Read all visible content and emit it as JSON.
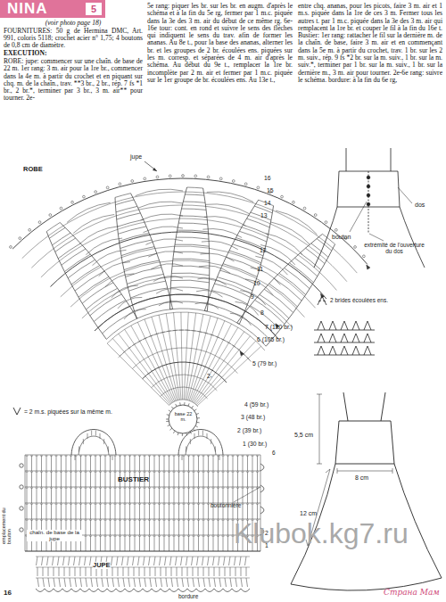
{
  "diagram": {
    "nodes": [
      {
        "text": [
          "NINA",
          "5"
        ]
      }
    ],
    "labels": [
      "(voir photo page 18)",
      "FOURNITURES: 50 g de Hermina DMC, Art. 991, coloris 5118; crochet acier n° 1,75; 4 boutons de 0,8 cm de diamètre.",
      "EXECUTION:",
      "ROBE: jupe: commencer sur une chaîn. de base de 22 m. 1er rang: 3 m. air pour la 1re br., commencer dans la 4e m. à partir du crochet et en piquant sur chq. m. de la chaîn., trav. **3 br., 2 br., rép. 7 fs *1 br., 2 br.*, terminer par 3 br., 3 m. air** pour tourner. 2e-",
      "5e rang: piquer les br. sur les br. en augm. d'après le schéma et à la fin du 5e rg, fermer par 1 m.c. piquée dans la 3e des 3 m. air du début de ce même rg. 6e-16e tour: cont. en rond et suivre le sens des flèches qui indiquent le sens du trav. afin de former les ananas. Au 8e t., pour la base des ananas, alterner les br. et les groupes de 2 br. écoulées ens. piquées sur les m. corresp. et séparées de 4 m. air d'après le schéma. Au début du 9e t., remplacer la 1re br. incomplète par 2 m. air et fermer par 1 m.c. piquée sur le 1er groupe de br. écoulées ens. Au 13e t.,",
      "entre chq. ananas, pour les picots, faire 3 m. air et 1 m.s. piquée dans la 1re de ces 3 m. Fermer tous les autres t. par 1 m.c. piquée dans la 3e des 3 m. air qui remplacent la 1re br. et couper le fil à la fin du 16e t. Bustier: 1er rang: rattacher le fil sur la dernière m. de la chaîn. de base, faire 3 m. air et en commençant dans la 5e m. à partir du crochet, trav. 1 br. sur les 2 m. suiv., rép. 9 fs *2 br. sur la m. suiv., 1 br. sur la m. suiv.*, terminer par 1 br. sur la m. suiv., 1 br. sur la dernière m., 3 m. air pour tourner. 2e-6e rang: suivre le schéma. bordure: à la fin du 6e rg,",
      "ROBE",
      "jupe",
      "16",
      "15",
      "14",
      "13",
      "12",
      "11",
      "10",
      "9",
      "8",
      "7 (120 br.)",
      "6 (105 br.)",
      "5 (79 br.)",
      "4 (59 br.)",
      "3 (48 br.)",
      "2 (39 br.)",
      "1 (30 br.)",
      "base 22 m.",
      "2-",
      "= 2 m.s. piquées sur la même m.",
      "BUSTIER",
      "emplacement du bouton",
      "boutonnière",
      "chaîn. de base de la jupe",
      "JUPE",
      "bordure",
      "6",
      "2",
      "1",
      "dos",
      "bouton",
      "extrémité de l'ouverture du dos",
      "2 brides écoulées ens.",
      "5,5 cm",
      "8 cm",
      "12 cm",
      "16",
      "Klubok.kg7.ru",
      "Страна Мам"
    ]
  }
}
